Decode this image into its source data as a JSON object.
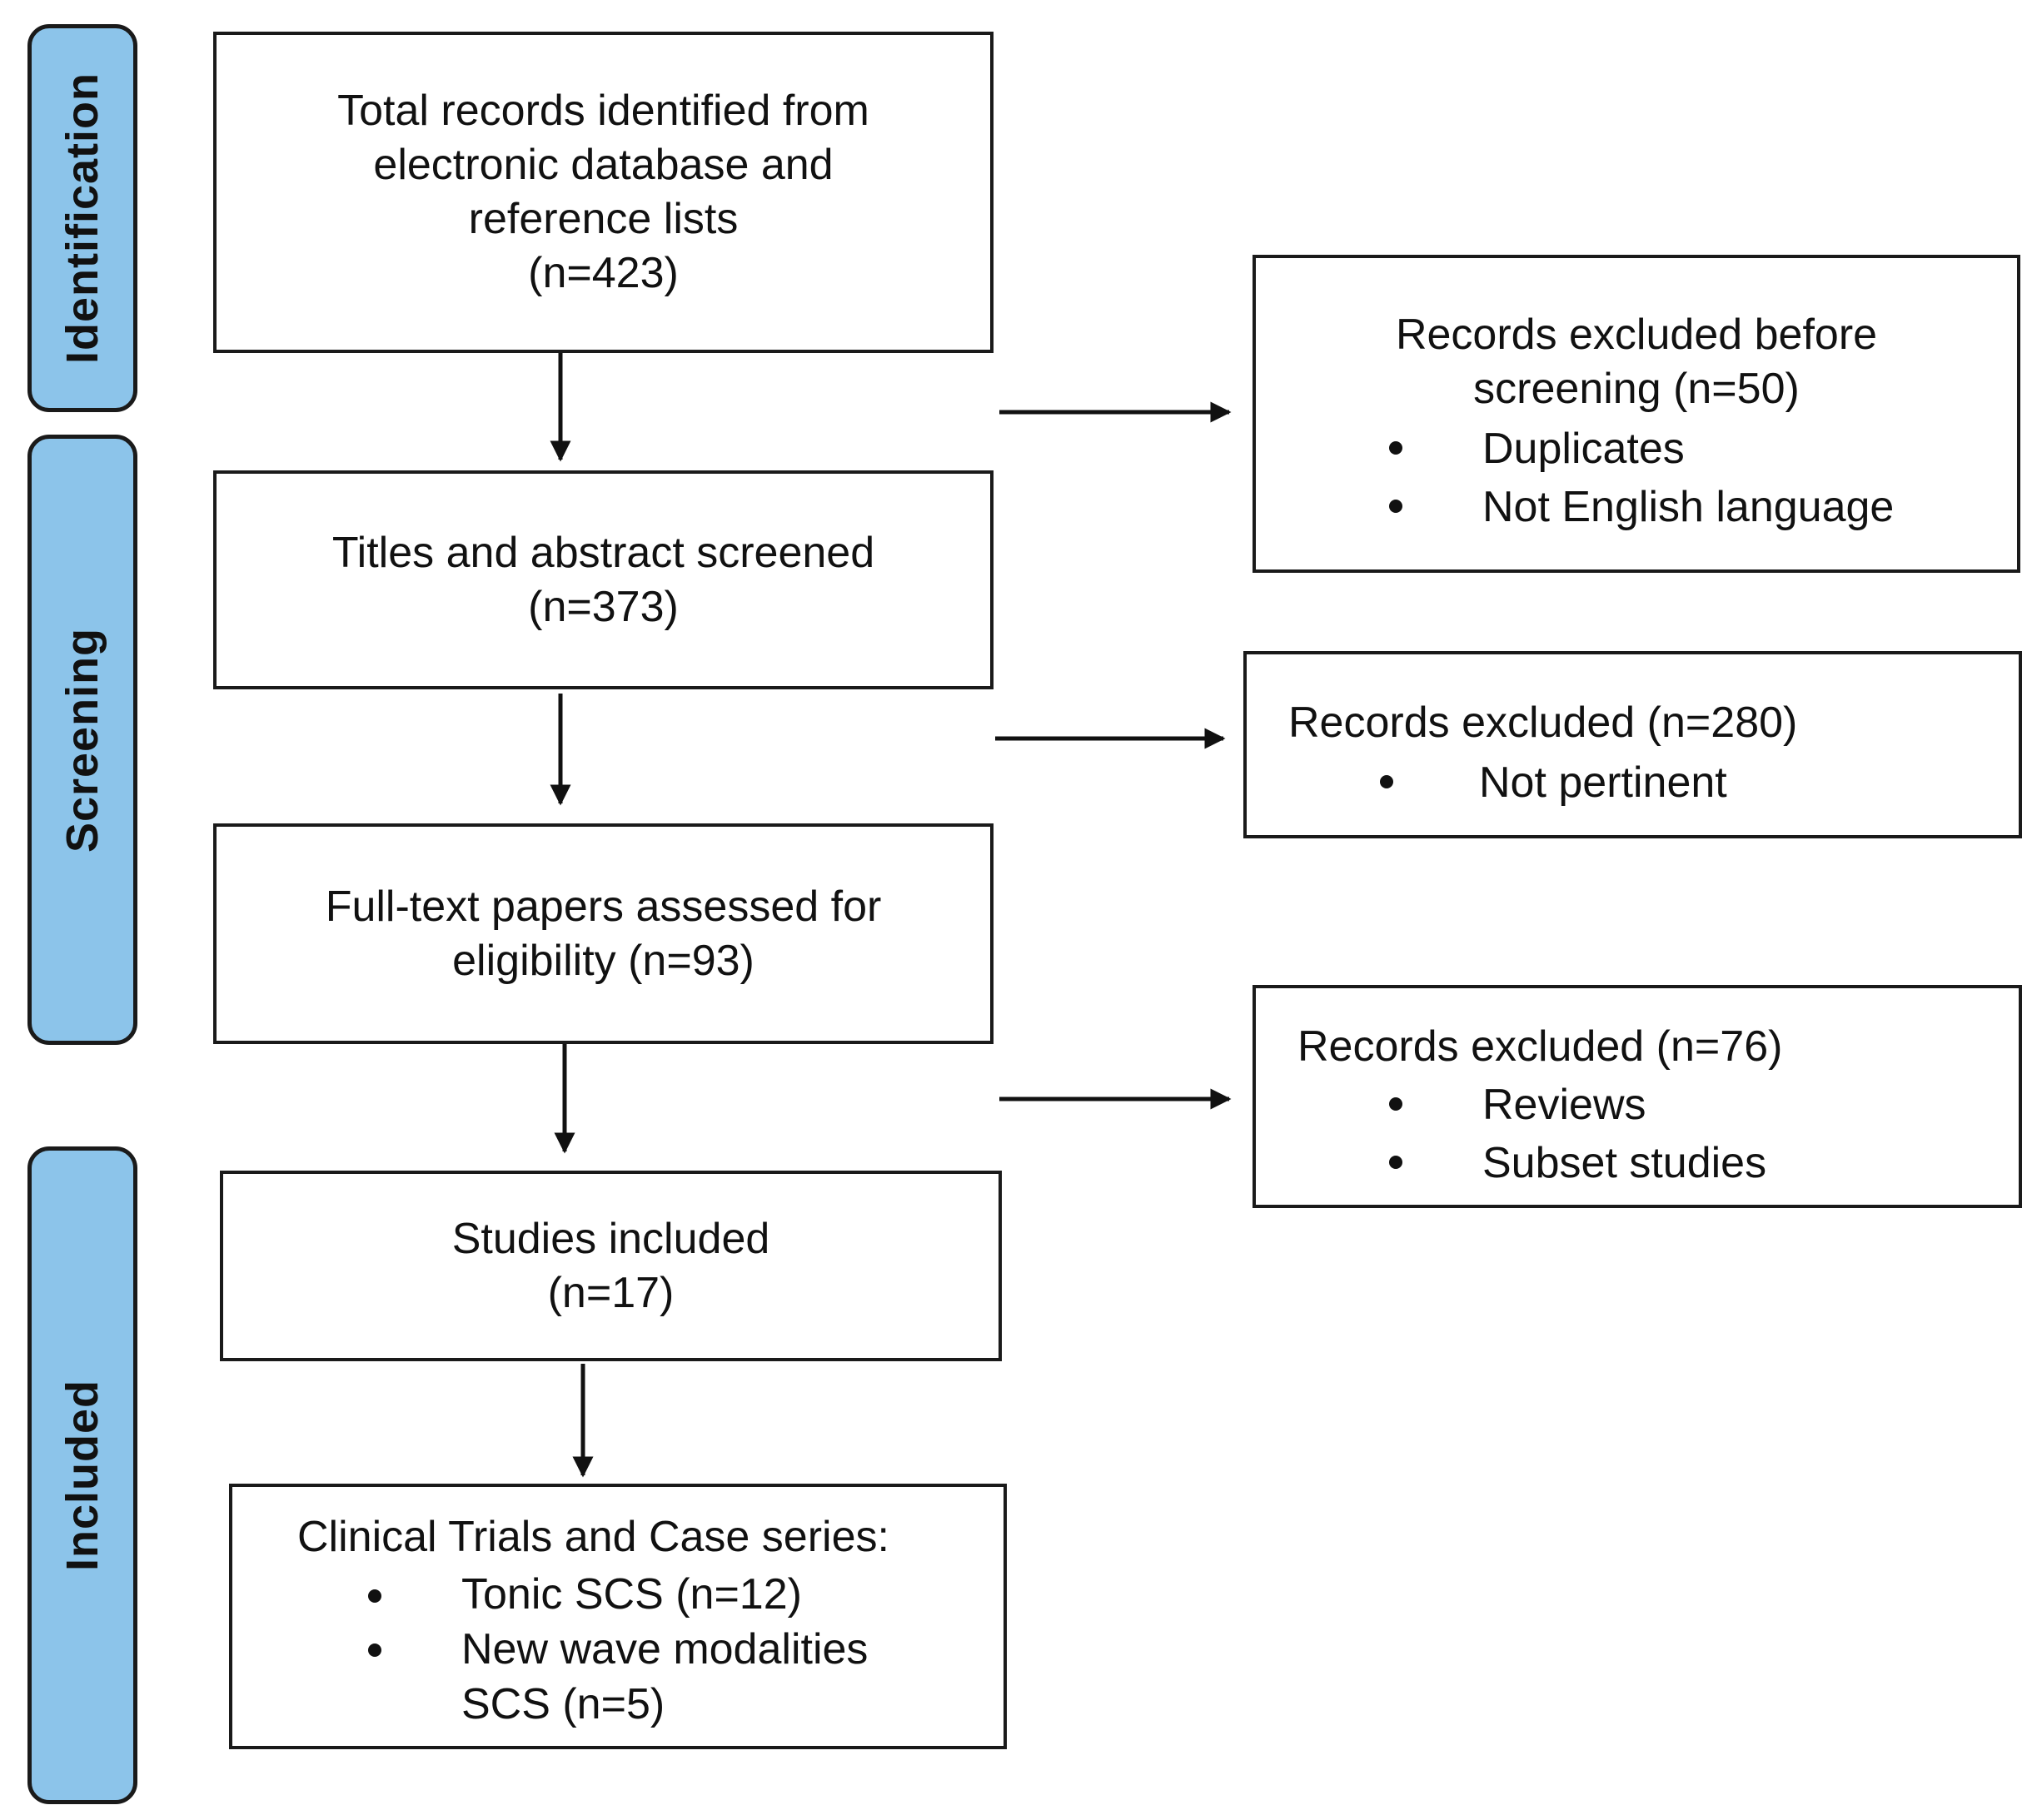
{
  "phases": {
    "identification": "Identification",
    "screening": "Screening",
    "included": "Included"
  },
  "boxes": {
    "identified": {
      "lines": [
        "Total records identified from",
        "electronic database and",
        "reference lists",
        "(n=423)"
      ]
    },
    "screened": {
      "lines": [
        "Titles and abstract screened",
        "(n=373)"
      ]
    },
    "fulltext": {
      "lines": [
        "Full-text papers assessed for",
        "eligibility (n=93)"
      ]
    },
    "included": {
      "lines": [
        "Studies included",
        "(n=17)"
      ]
    },
    "trials": {
      "title": "Clinical Trials and Case series:",
      "items": [
        "Tonic SCS (n=12)",
        "New wave modalities SCS (n=5)"
      ]
    },
    "excluded_before": {
      "title_lines": [
        "Records excluded before",
        "screening (n=50)"
      ],
      "items": [
        "Duplicates",
        "Not English language"
      ]
    },
    "excluded_screen": {
      "title": "Records excluded (n=280)",
      "items": [
        "Not pertinent"
      ]
    },
    "excluded_fulltext": {
      "title": "Records excluded (n=76)",
      "items": [
        "Reviews",
        "Subset studies"
      ]
    }
  }
}
